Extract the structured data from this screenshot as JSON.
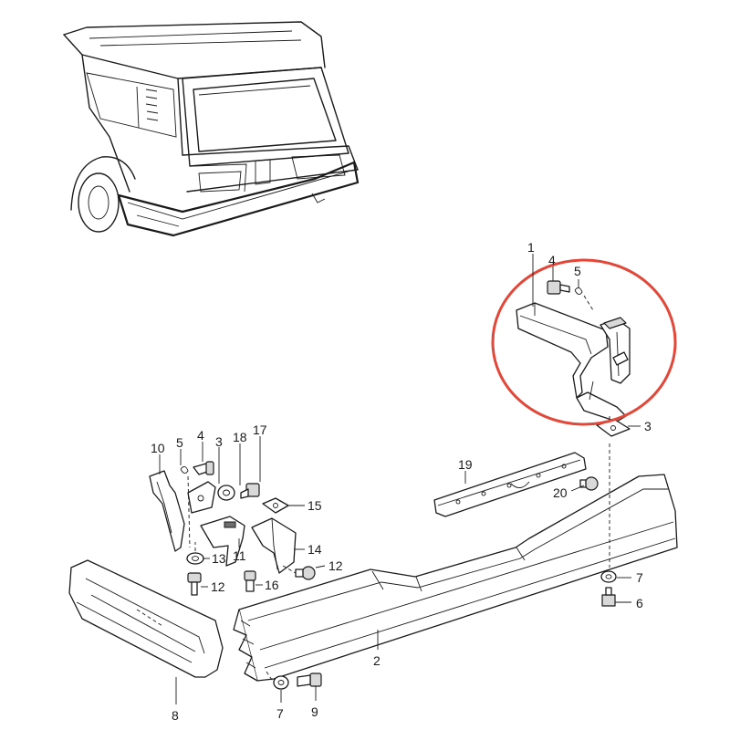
{
  "highlight": {
    "color": "#e2483a"
  },
  "callouts": [
    {
      "id": "c1",
      "text": "1"
    },
    {
      "id": "c4a",
      "text": "4"
    },
    {
      "id": "c5a",
      "text": "5"
    },
    {
      "id": "c3a",
      "text": "3"
    },
    {
      "id": "c10",
      "text": "10"
    },
    {
      "id": "c5b",
      "text": "5"
    },
    {
      "id": "c4b",
      "text": "4"
    },
    {
      "id": "c3b",
      "text": "3"
    },
    {
      "id": "c18",
      "text": "18"
    },
    {
      "id": "c17",
      "text": "17"
    },
    {
      "id": "c15",
      "text": "15"
    },
    {
      "id": "c19",
      "text": "19"
    },
    {
      "id": "c20",
      "text": "20"
    },
    {
      "id": "c13",
      "text": "13"
    },
    {
      "id": "c11",
      "text": "11"
    },
    {
      "id": "c14",
      "text": "14"
    },
    {
      "id": "c12a",
      "text": "12"
    },
    {
      "id": "c12b",
      "text": "12"
    },
    {
      "id": "c16",
      "text": "16"
    },
    {
      "id": "c7a",
      "text": "7"
    },
    {
      "id": "c6",
      "text": "6"
    },
    {
      "id": "c2",
      "text": "2"
    },
    {
      "id": "c8",
      "text": "8"
    },
    {
      "id": "c7b",
      "text": "7"
    },
    {
      "id": "c9",
      "text": "9"
    }
  ]
}
